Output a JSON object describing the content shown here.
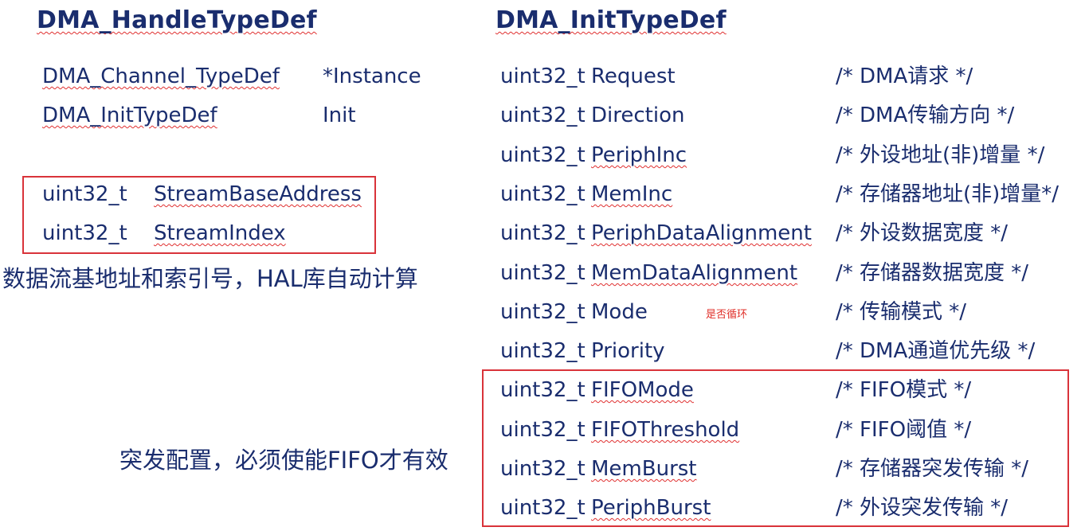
{
  "left": {
    "title": "DMA_HandleTypeDef",
    "fields": [
      {
        "type": "DMA_Channel_TypeDef",
        "name": "*Instance"
      },
      {
        "type": "DMA_InitTypeDef",
        "name": "Init"
      }
    ],
    "boxed_fields": [
      {
        "type": "uint32_t",
        "name": "StreamBaseAddress"
      },
      {
        "type": "uint32_t",
        "name": "StreamIndex"
      }
    ],
    "note": "数据流基地址和索引号，HAL库自动计算",
    "burst_note": "突发配置，必须使能FIFO才有效"
  },
  "right": {
    "title": "DMA_InitTypeDef",
    "prefix": "uint32_t",
    "fields": [
      {
        "name": "Request",
        "comment": "/* DMA请求 */"
      },
      {
        "name": "Direction",
        "comment": "/* DMA传输方向 */"
      },
      {
        "name": "PeriphInc",
        "comment": "/* 外设地址(非)增量 */"
      },
      {
        "name": "MemInc",
        "comment": "/* 存储器地址(非)增量*/"
      },
      {
        "name": "PeriphDataAlignment",
        "comment": "/* 外设数据宽度 */"
      },
      {
        "name": "MemDataAlignment",
        "comment": "/* 存储器数据宽度 */"
      },
      {
        "name": "Mode",
        "comment": "/* 传输模式 */"
      },
      {
        "name": "Priority",
        "comment": "/* DMA通道优先级 */"
      },
      {
        "name": "FIFOMode",
        "comment": "/* FIFO模式 */"
      },
      {
        "name": "FIFOThreshold",
        "comment": "/* FIFO阈值 */"
      },
      {
        "name": "MemBurst",
        "comment": "/* 存储器突发传输 */"
      },
      {
        "name": "PeriphBurst",
        "comment": "/*  外设突发传输 */"
      }
    ],
    "mode_note": "是否循环"
  },
  "colors": {
    "text": "#1a2d6e",
    "box": "#d9333a",
    "note_red": "#e0302a",
    "squiggle": "#e03030"
  }
}
